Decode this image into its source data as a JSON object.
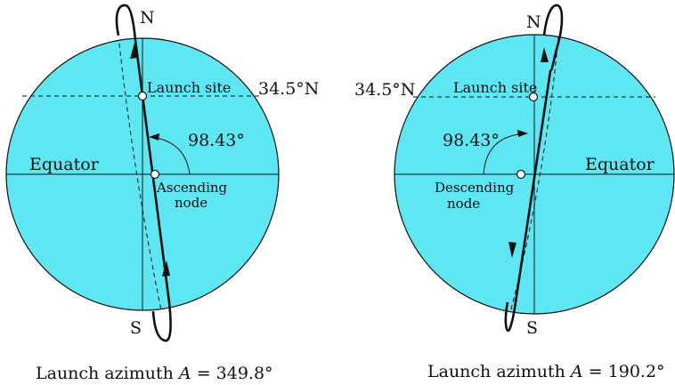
{
  "colors": {
    "sphere": "#5ee6f2",
    "ink": "#111111"
  },
  "left": {
    "north": "N",
    "south": "S",
    "latitude": "34.5°N",
    "site": "Launch site",
    "angle": "98.43°",
    "equator": "Equator",
    "node_line1": "Ascending",
    "node_line2": "node",
    "caption_prefix": "Launch azimuth ",
    "caption_var": "A",
    "caption_value": " = 349.8°"
  },
  "right": {
    "north": "N",
    "south": "S",
    "latitude": "34.5°N",
    "site": "Launch site",
    "angle": "98.43°",
    "equator": "Equator",
    "node_line1": "Descending",
    "node_line2": "node",
    "caption_prefix": "Launch azimuth ",
    "caption_var": "A",
    "caption_value": " = 190.2°"
  }
}
